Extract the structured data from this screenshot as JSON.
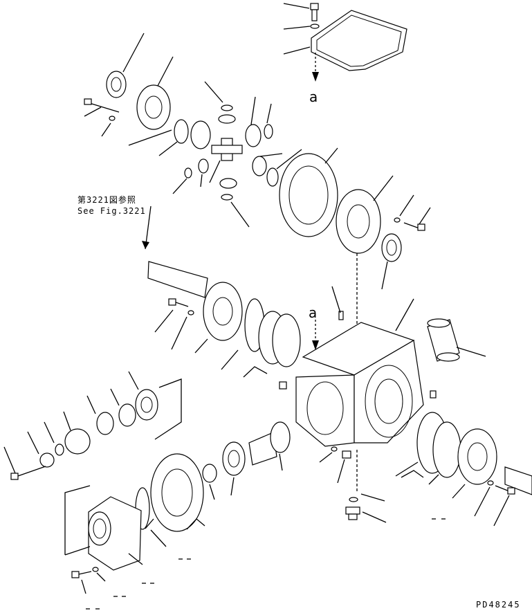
{
  "figure": {
    "reference_mark_top": "a",
    "reference_mark_housing": "a",
    "see_also_jp": "第3221図参照",
    "see_also_en": "See Fig.3221",
    "drawing_code": "PD48245"
  },
  "icons": {
    "bolt": "bolt-icon",
    "washer": "washer-icon",
    "bearing": "bearing-icon",
    "gear": "gear-icon",
    "housing": "housing-icon"
  }
}
